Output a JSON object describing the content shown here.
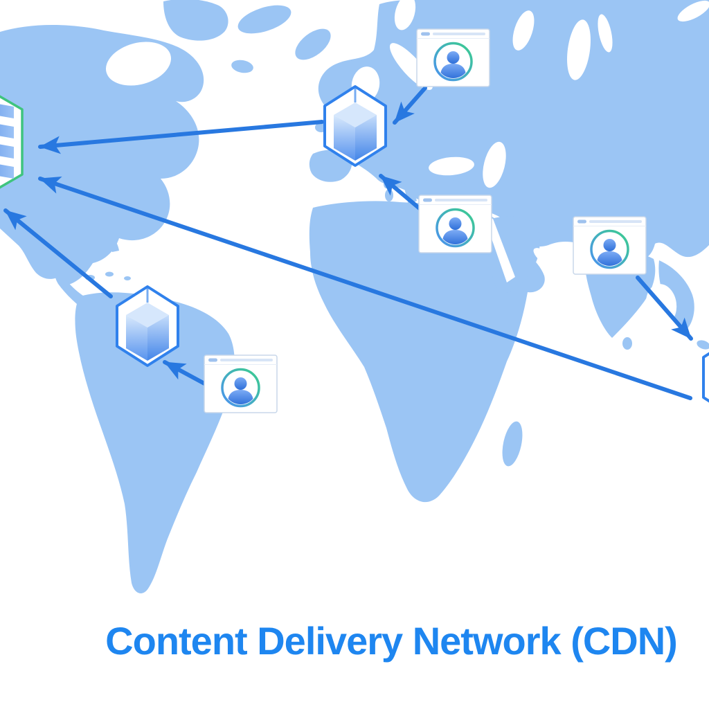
{
  "title": "Content Delivery Network (CDN)",
  "diagram": {
    "type": "network-architecture",
    "subject": "Content delivery network: users fetch from edge cache cubes, edges fetch from origin server, over a world map",
    "origin_server": {
      "name": "origin-server",
      "icon": "server-stack-hexagon-icon"
    },
    "edge_servers": [
      {
        "name": "edge-server-europe",
        "icon": "cache-cube-icon"
      },
      {
        "name": "edge-server-south-america",
        "icon": "cache-cube-icon"
      },
      {
        "name": "edge-server-east-asia",
        "icon": "cache-cube-icon"
      }
    ],
    "users": [
      {
        "name": "user-north-europe",
        "icon": "browser-window-avatar-icon"
      },
      {
        "name": "user-south-europe",
        "icon": "browser-window-avatar-icon"
      },
      {
        "name": "user-south-asia",
        "icon": "browser-window-avatar-icon"
      },
      {
        "name": "user-south-america",
        "icon": "browser-window-avatar-icon"
      }
    ],
    "connections": [
      {
        "from": "edge-server-europe",
        "to": "origin-server"
      },
      {
        "from": "edge-server-south-america",
        "to": "origin-server"
      },
      {
        "from": "edge-server-east-asia",
        "to": "origin-server"
      },
      {
        "from": "user-north-europe",
        "to": "edge-server-europe"
      },
      {
        "from": "user-south-europe",
        "to": "edge-server-europe"
      },
      {
        "from": "user-south-asia",
        "to": "edge-server-east-asia"
      },
      {
        "from": "user-south-america",
        "to": "edge-server-south-america"
      }
    ]
  },
  "colors": {
    "background": "#FFFFFF",
    "map_land": "#9BC5F4",
    "arrow": "#2878E0",
    "cube_stroke": "#3081EC",
    "origin_outline": "#3FC47E",
    "title_text": "#1E86F0",
    "window_border": "#C8D7EA",
    "avatar_ring_blue": "#4B91F2",
    "avatar_ring_green": "#3BCE8C"
  }
}
